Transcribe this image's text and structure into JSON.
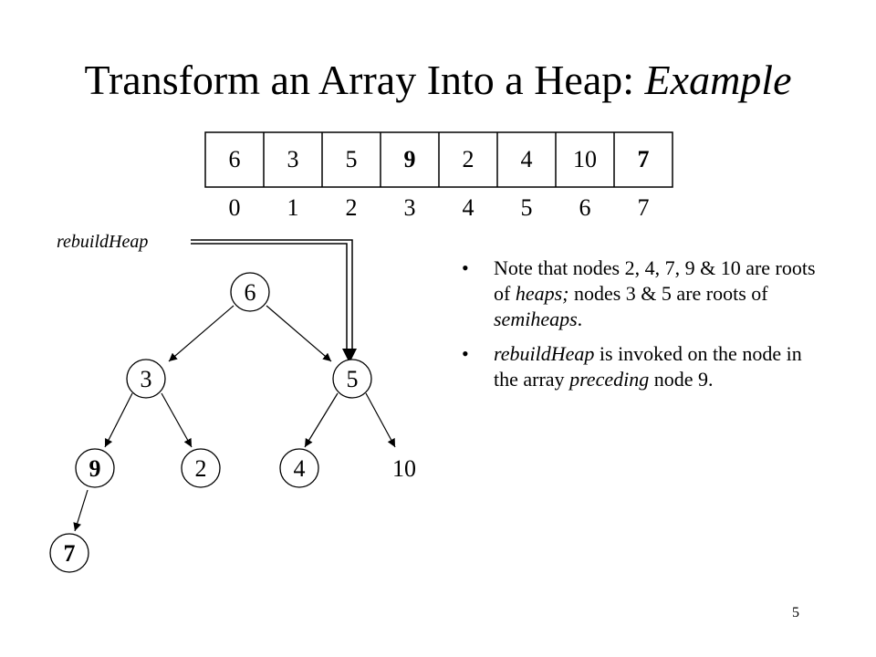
{
  "title": {
    "main": "Transform an Array Into a Heap: ",
    "emphasis": "Example"
  },
  "array": {
    "cells": [
      "6",
      "3",
      "5",
      "9",
      "2",
      "4",
      "10",
      "7"
    ],
    "bold_cells": [
      3,
      7
    ],
    "indices": [
      "0",
      "1",
      "2",
      "3",
      "4",
      "5",
      "6",
      "7"
    ]
  },
  "rebuild_label": "rebuildHeap",
  "tree": {
    "nodes": [
      {
        "id": "n6",
        "label": "6",
        "bold": false,
        "circled": true
      },
      {
        "id": "n3",
        "label": "3",
        "bold": false,
        "circled": true
      },
      {
        "id": "n5",
        "label": "5",
        "bold": false,
        "circled": true
      },
      {
        "id": "n9",
        "label": "9",
        "bold": true,
        "circled": true
      },
      {
        "id": "n2",
        "label": "2",
        "bold": false,
        "circled": true
      },
      {
        "id": "n4",
        "label": "4",
        "bold": false,
        "circled": true
      },
      {
        "id": "n10",
        "label": "10",
        "bold": false,
        "circled": false
      },
      {
        "id": "n7",
        "label": "7",
        "bold": true,
        "circled": true
      }
    ],
    "edges": [
      [
        "n6",
        "n3"
      ],
      [
        "n6",
        "n5"
      ],
      [
        "n3",
        "n9"
      ],
      [
        "n3",
        "n2"
      ],
      [
        "n5",
        "n4"
      ],
      [
        "n5",
        "n10"
      ],
      [
        "n9",
        "n7"
      ]
    ]
  },
  "bullets": {
    "b1": {
      "dot": "•",
      "t1": "Note that nodes 2, 4, 7, 9 & 10 are roots of ",
      "em1": "heaps;",
      "t2": "  nodes 3 & 5 are roots of ",
      "em2": "semiheaps",
      "t3": "."
    },
    "b2": {
      "dot": "•",
      "em1": "rebuildHeap",
      "t1": " is invoked on the node in the array ",
      "em2": "preceding",
      "t2": " node 9."
    }
  },
  "page_number": "5"
}
